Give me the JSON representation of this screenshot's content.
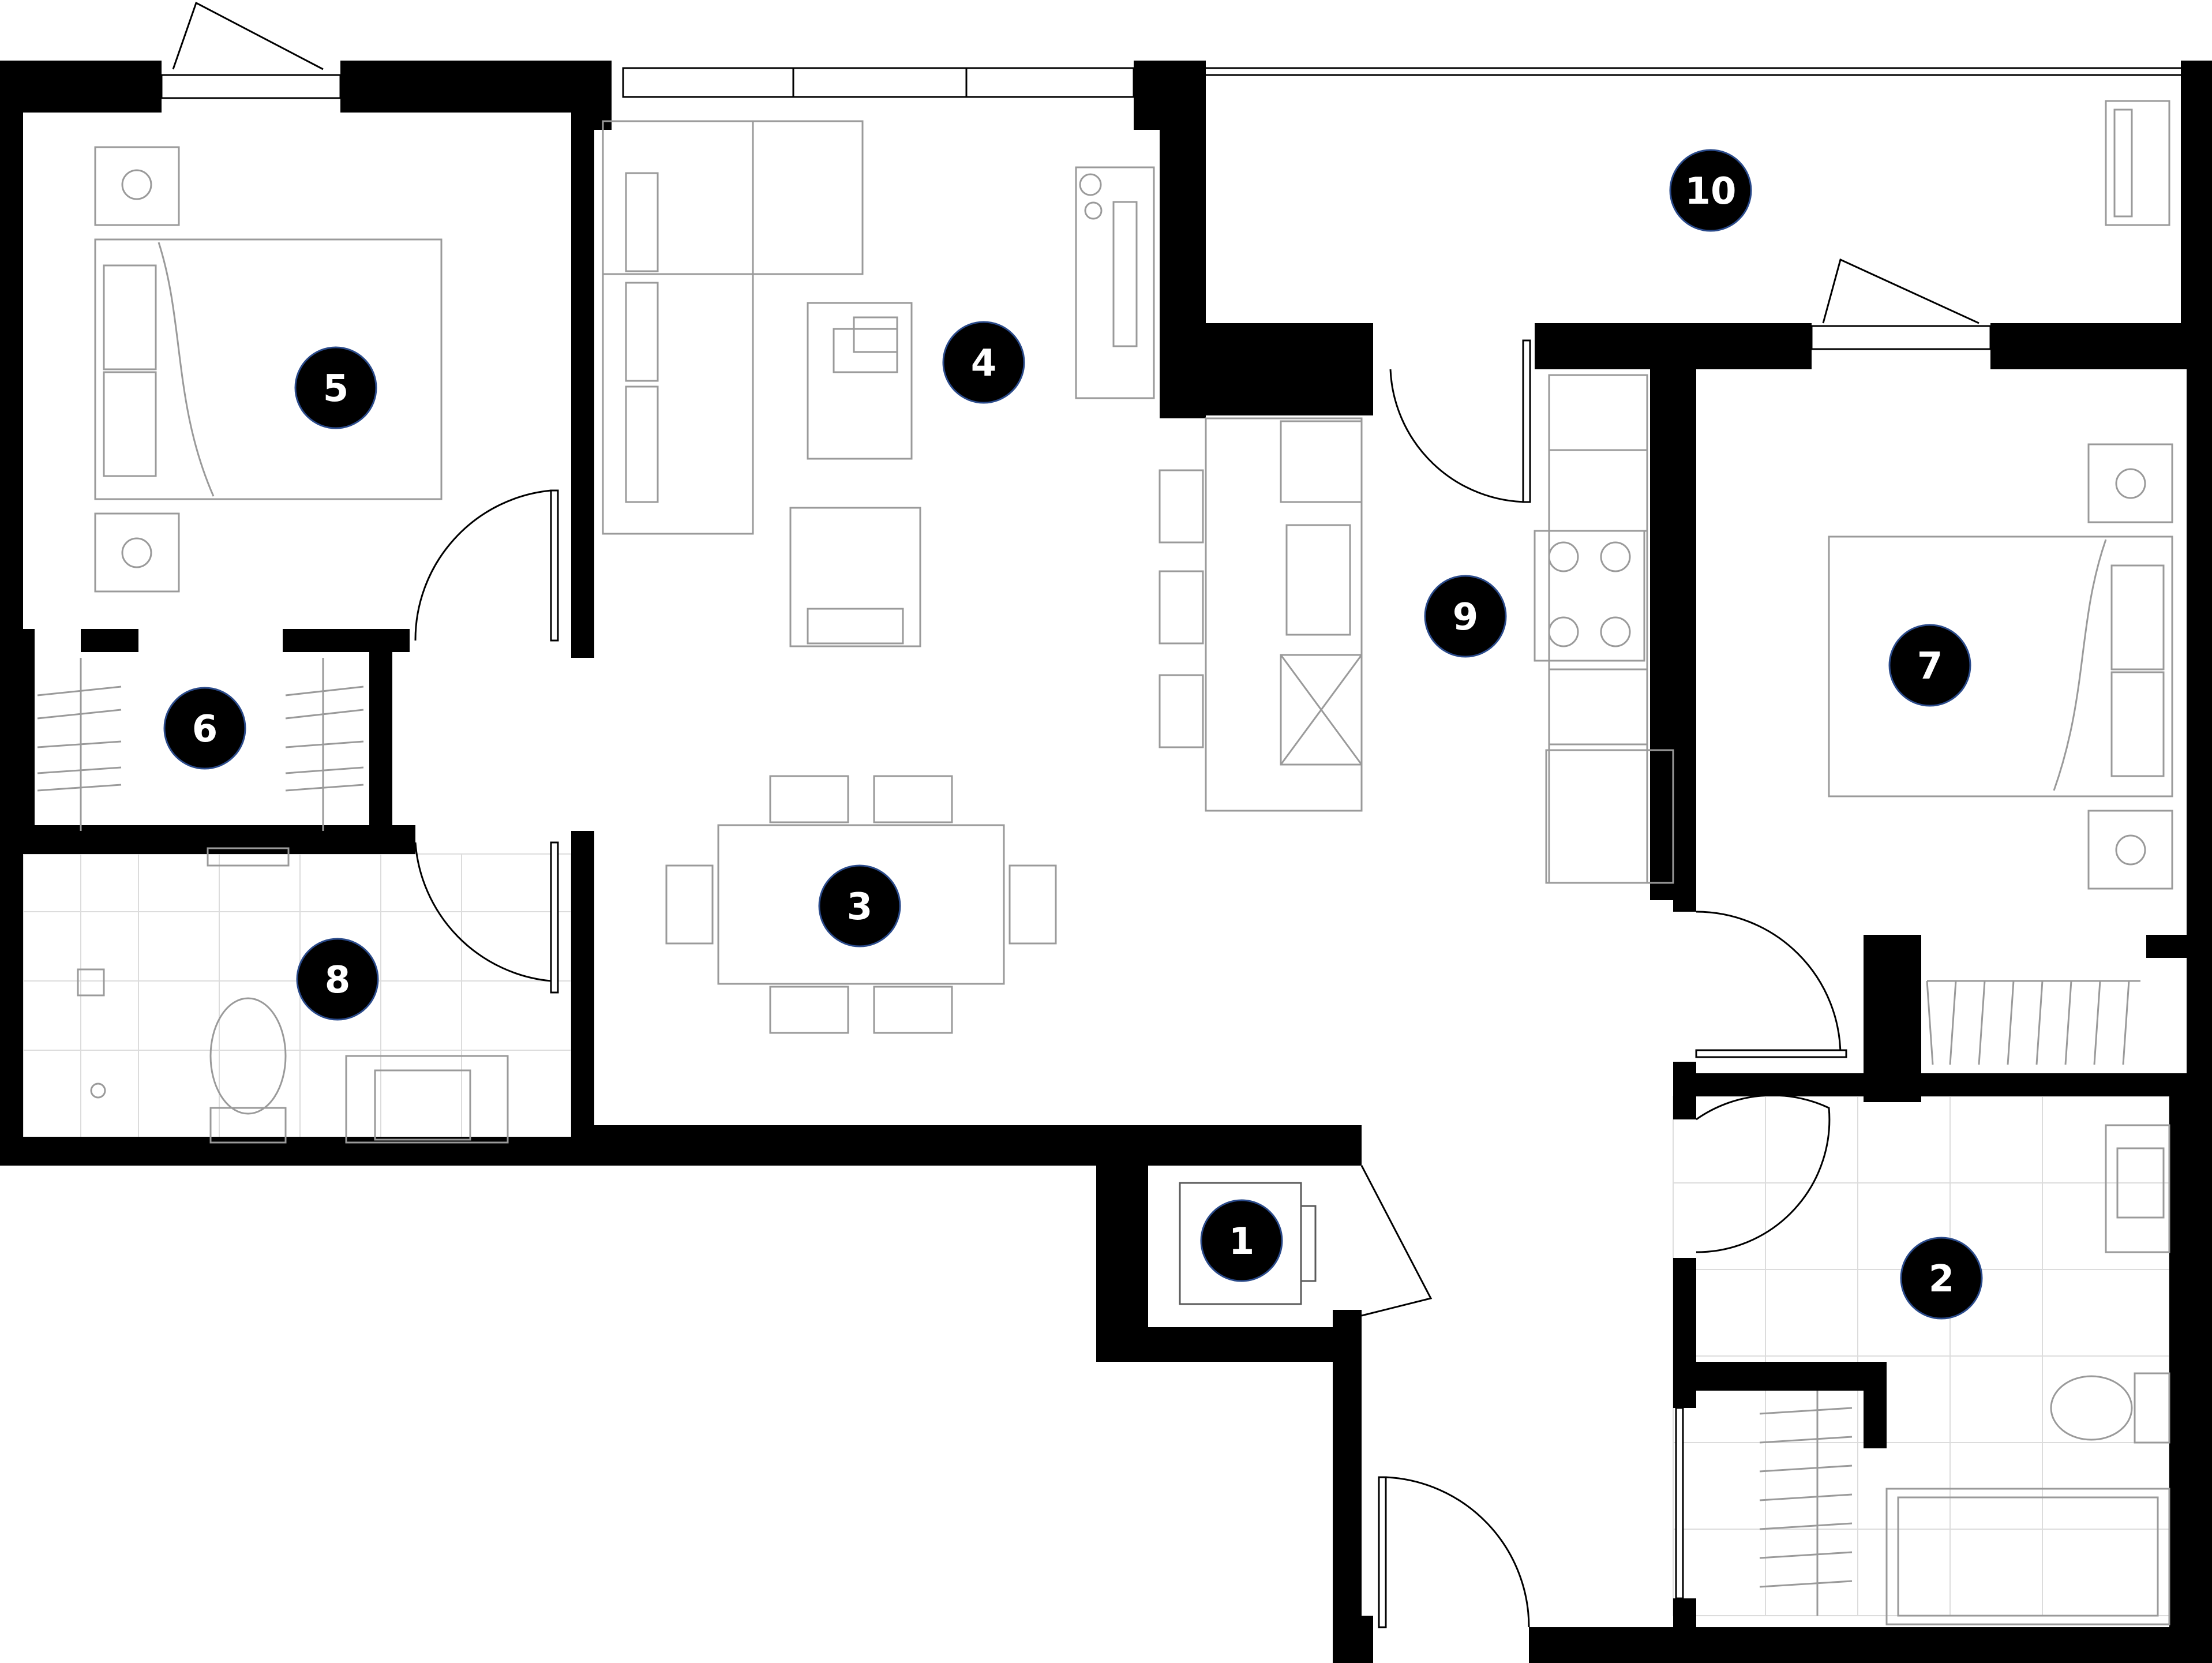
{
  "rooms": [
    {
      "id": "1",
      "label": "1"
    },
    {
      "id": "2",
      "label": "2"
    },
    {
      "id": "3",
      "label": "3"
    },
    {
      "id": "4",
      "label": "4"
    },
    {
      "id": "5",
      "label": "5"
    },
    {
      "id": "6",
      "label": "6"
    },
    {
      "id": "7",
      "label": "7"
    },
    {
      "id": "8",
      "label": "8"
    },
    {
      "id": "9",
      "label": "9"
    },
    {
      "id": "10",
      "label": "10"
    }
  ],
  "colors": {
    "wall": "#000000",
    "furniture": "#9a9a9a",
    "badge_fill": "#000000",
    "badge_text": "#ffffff",
    "background": "#ffffff"
  }
}
